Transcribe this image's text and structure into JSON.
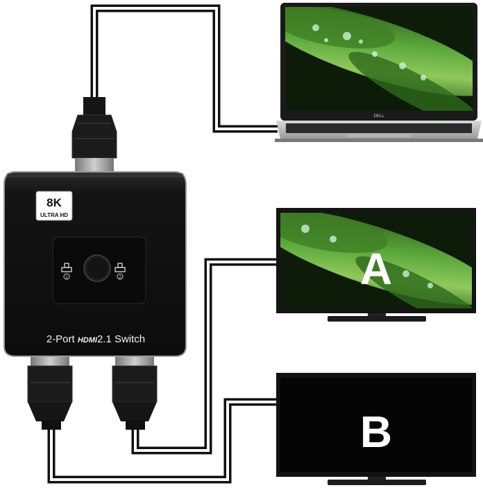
{
  "switch": {
    "badge_resolution": "8K",
    "badge_sub": "ULTRA HD",
    "label_prefix": "2-Port ",
    "label_logo": "HDMI",
    "label_suffix": "2.1 Switch",
    "port_1": "1",
    "port_2": "2"
  },
  "laptop": {
    "brand": "DELL"
  },
  "monitor_a": {
    "letter": "A"
  },
  "monitor_b": {
    "letter": "B"
  },
  "colors": {
    "cable": "#111111",
    "switch_body": "#141414",
    "leaf_green": "#4f9a2c"
  }
}
